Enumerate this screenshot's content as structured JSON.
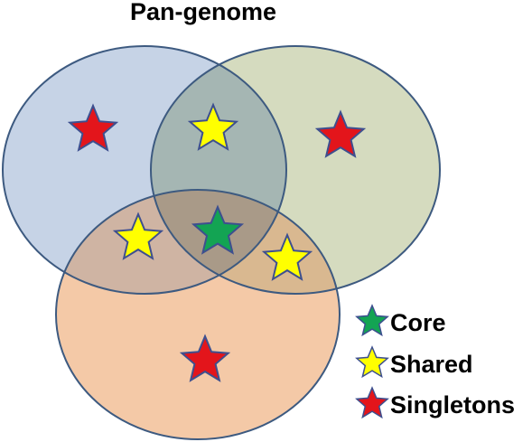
{
  "title": "Pan-genome",
  "legend": {
    "core": "Core",
    "shared": "Shared",
    "singletons": "Singletons"
  },
  "colors": {
    "set_a": "#c6d3e6",
    "set_b": "#d5dbbf",
    "set_c": "#f4c9a7",
    "outline": "#3d5a80",
    "core_star": "#13a453",
    "shared_star": "#ffff00",
    "singleton_star": "#e3151b",
    "star_stroke": "#3d4f8f"
  },
  "stars": {
    "core_count": 1,
    "shared_count": 3,
    "singleton_count": 3
  }
}
